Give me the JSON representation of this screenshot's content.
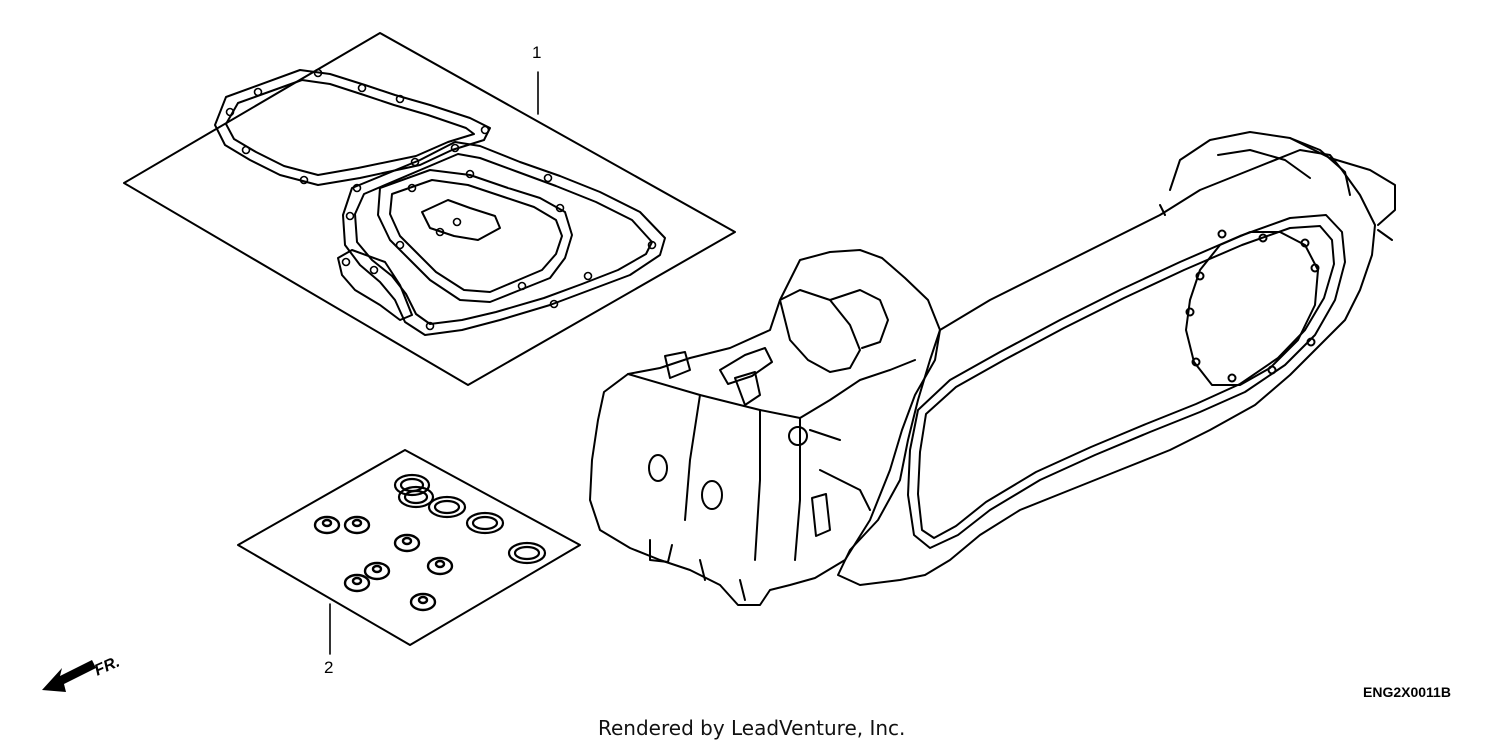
{
  "diagram": {
    "callouts": [
      {
        "id": "1",
        "label": "1"
      },
      {
        "id": "2",
        "label": "2"
      }
    ],
    "direction_label": "FR.",
    "drawing_code": "ENG2X0011B",
    "credit": "Rendered by LeadVenture, Inc."
  }
}
